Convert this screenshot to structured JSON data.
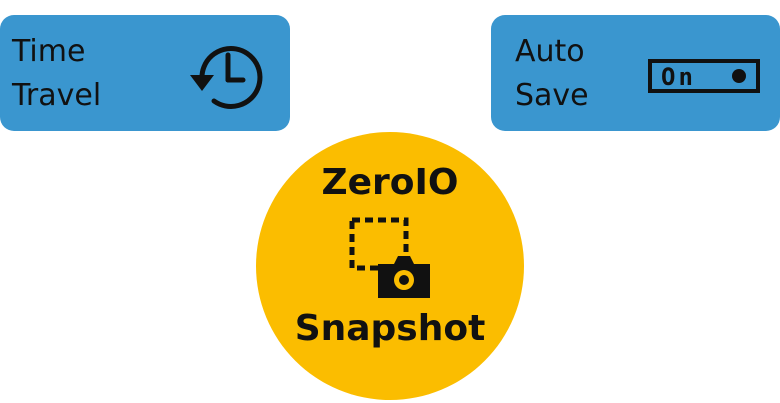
{
  "left_card": {
    "label": "Time\nTravel",
    "icon": "clock-history-icon"
  },
  "right_card": {
    "label": "Auto\nSave",
    "icon": "toggle-switch-icon",
    "toggle_text": "On"
  },
  "hub": {
    "title": "ZeroIO",
    "subtitle": "Snapshot",
    "icon": "camera-snapshot-icon"
  },
  "colors": {
    "card_blue": "#3a96cf",
    "hub_yellow": "#fbbd00",
    "text": "#111111"
  }
}
